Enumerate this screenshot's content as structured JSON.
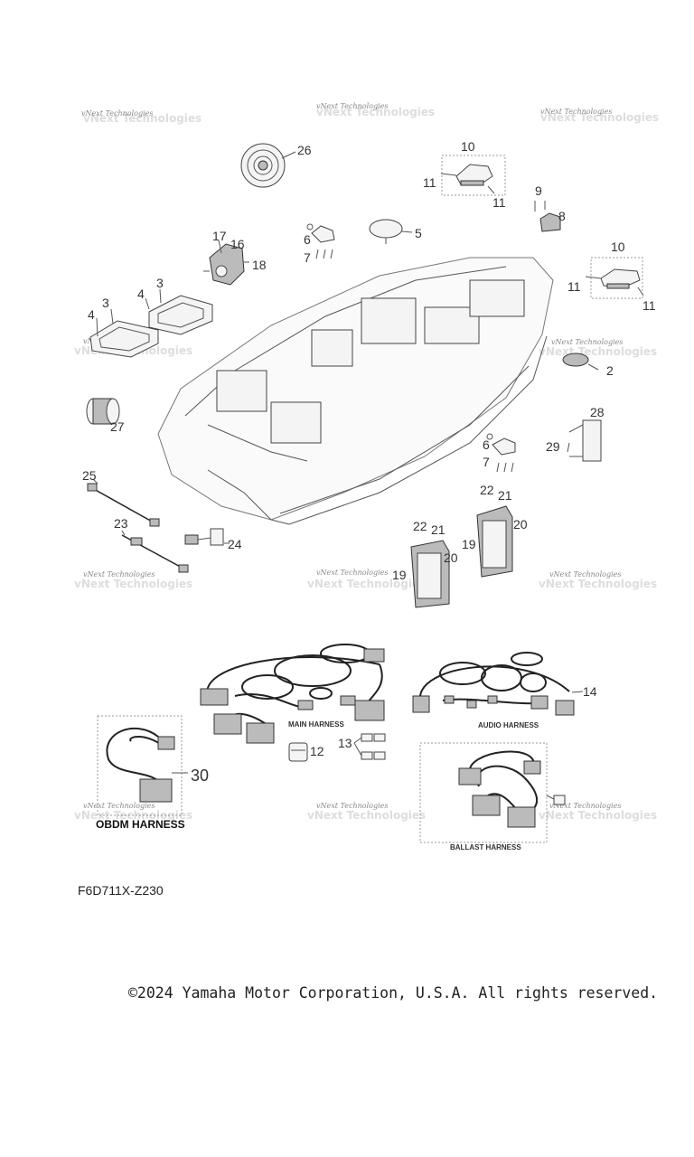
{
  "watermark": "vNext Technologies",
  "callouts": [
    "26",
    "10",
    "11",
    "11",
    "9",
    "8",
    "5",
    "6",
    "7",
    "17",
    "16",
    "18",
    "3",
    "4",
    "3",
    "4",
    "10",
    "11",
    "11",
    "2",
    "27",
    "28",
    "29",
    "6",
    "7",
    "25",
    "23",
    "24",
    "22",
    "21",
    "20",
    "19",
    "22",
    "21",
    "20",
    "19",
    "14",
    "12",
    "13",
    "30"
  ],
  "harness_labels": {
    "main": "MAIN HARNESS",
    "audio": "AUDIO HARNESS",
    "ballast": "BALLAST HARNESS",
    "obdm": "OBDM HARNESS"
  },
  "diagram_code": "F6D711X-Z230",
  "copyright": "©2024 Yamaha Motor Corporation, U.S.A. All rights reserved."
}
